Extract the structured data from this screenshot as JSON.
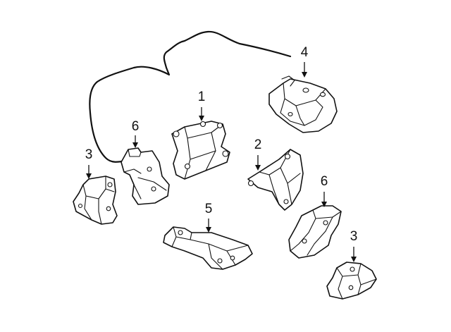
{
  "diagram": {
    "colors": {
      "line": "#111111",
      "background": "#ffffff"
    },
    "callouts": [
      {
        "id": "c1",
        "label": "1"
      },
      {
        "id": "c2",
        "label": "2"
      },
      {
        "id": "c3a",
        "label": "3"
      },
      {
        "id": "c3b",
        "label": "3"
      },
      {
        "id": "c4",
        "label": "4"
      },
      {
        "id": "c5",
        "label": "5"
      },
      {
        "id": "c6a",
        "label": "6"
      },
      {
        "id": "c6b",
        "label": "6"
      }
    ]
  }
}
